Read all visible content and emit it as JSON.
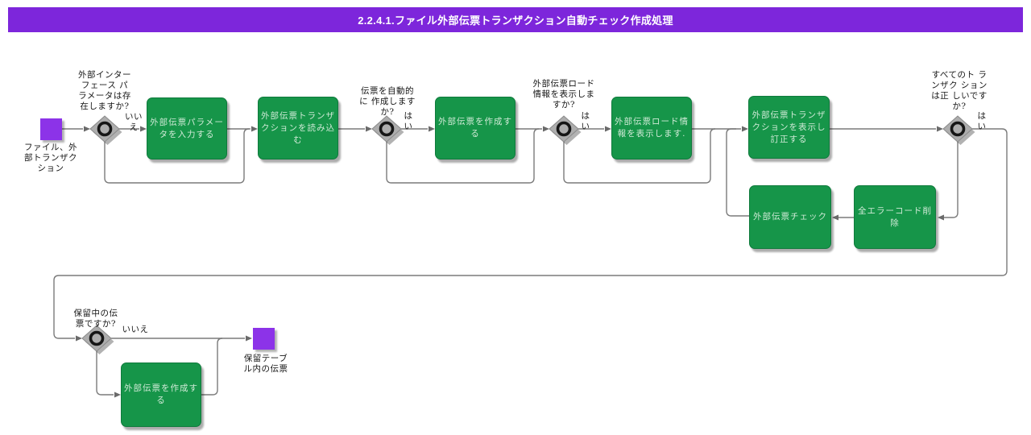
{
  "title": "2.2.4.1.ファイル外部伝票トランザクション自動チェック作成処理",
  "colors": {
    "title_bg": "#7d26db",
    "task_green": "#169549",
    "task_text": "#cfead6",
    "terminal_purple": "#8c33e8",
    "connector_gray": "#7a7a7a",
    "gateway_gray": "#adadad",
    "label_text": "#161616",
    "background": "#ffffff"
  },
  "nodes": {
    "start": {
      "label_lines": [
        "ファイル、外",
        "部トランザク",
        "ション"
      ]
    },
    "gateway1": {
      "question_lines": [
        "外部インター",
        "フェース パ",
        "ラメータは存",
        "在しますか?"
      ],
      "branch_lines": [
        "いい",
        "え"
      ]
    },
    "task_enter_params": {
      "label_lines": [
        "外部伝票パラメー",
        "タを入力する"
      ]
    },
    "task_read_transaction": {
      "label_lines": [
        "外部伝票トランザ",
        "クションを読み込",
        "む"
      ]
    },
    "gateway2": {
      "question_lines": [
        "伝票を自動的",
        "に 作成します",
        "か?"
      ],
      "branch_lines": [
        "は",
        "い"
      ]
    },
    "task_create_voucher": {
      "label_lines": [
        "外部伝票を作成す",
        "る"
      ]
    },
    "gateway3": {
      "question_lines": [
        "外部伝票ロード",
        "情報を表示しま",
        "すか?"
      ],
      "branch_lines": [
        "は",
        "い"
      ]
    },
    "task_show_load_info": {
      "label_lines": [
        "外部伝票ロード情",
        "報を表示します."
      ]
    },
    "task_display_correct": {
      "label_lines": [
        "外部伝票トランザ",
        "クションを表示し",
        "訂正する"
      ]
    },
    "gateway4": {
      "question_lines": [
        "すべてのト ラ",
        "ンザク ション",
        "は正 しいです",
        "か?"
      ],
      "branch_lines": [
        "は",
        "い"
      ]
    },
    "task_voucher_check": {
      "label_lines": [
        "外部伝票チェック"
      ]
    },
    "task_delete_error_codes": {
      "label_lines": [
        "全エラーコード削",
        "除"
      ]
    },
    "gateway5": {
      "question_lines": [
        "保留中の伝",
        "票ですか?"
      ],
      "branch_lines": [
        "いいえ"
      ]
    },
    "task_create_voucher_2": {
      "label_lines": [
        "外部伝票を作成す",
        "る"
      ]
    },
    "end": {
      "label_lines": [
        "保留テーブ",
        "ル内の伝票"
      ]
    }
  }
}
